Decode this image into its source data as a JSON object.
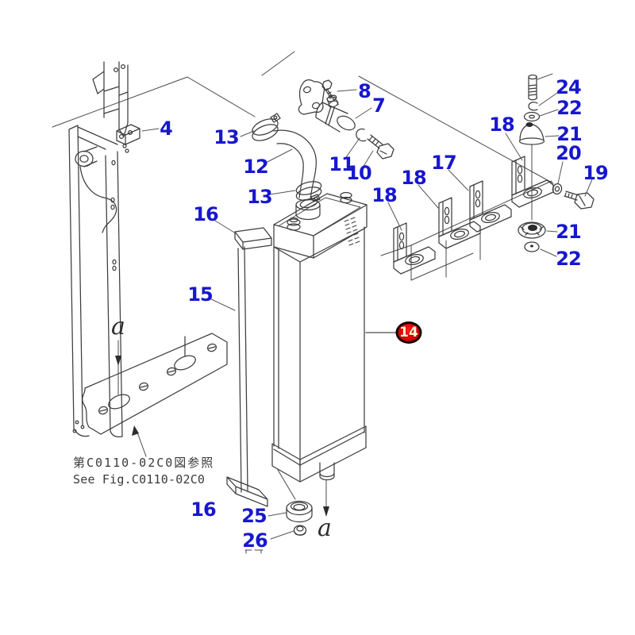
{
  "figure": {
    "type": "exploded-parts-diagram",
    "highlight": {
      "text": "14"
    },
    "callouts": [
      {
        "text": "4"
      },
      {
        "text": "8"
      },
      {
        "text": "7"
      },
      {
        "text": "13"
      },
      {
        "text": "12"
      },
      {
        "text": "11"
      },
      {
        "text": "10"
      },
      {
        "text": "13"
      },
      {
        "text": "16"
      },
      {
        "text": "15"
      },
      {
        "text": "18"
      },
      {
        "text": "18"
      },
      {
        "text": "17"
      },
      {
        "text": "18"
      },
      {
        "text": "24"
      },
      {
        "text": "22"
      },
      {
        "text": "21"
      },
      {
        "text": "20"
      },
      {
        "text": "19"
      },
      {
        "text": "21"
      },
      {
        "text": "22"
      },
      {
        "text": "25"
      },
      {
        "text": "26"
      },
      {
        "text": "16"
      }
    ],
    "view_labels": [
      {
        "text": "a"
      },
      {
        "text": "a"
      }
    ],
    "note": {
      "jp": "第C0110-02C0図参照",
      "en": "See Fig.C0110-02C0"
    }
  },
  "colors": {
    "callout_blue": "#1717cf",
    "highlight_red": "#e00000",
    "highlight_border": "#160000",
    "highlight_text": "#fffdd8",
    "line_gray": "#3d3d3d",
    "background": "#ffffff"
  }
}
